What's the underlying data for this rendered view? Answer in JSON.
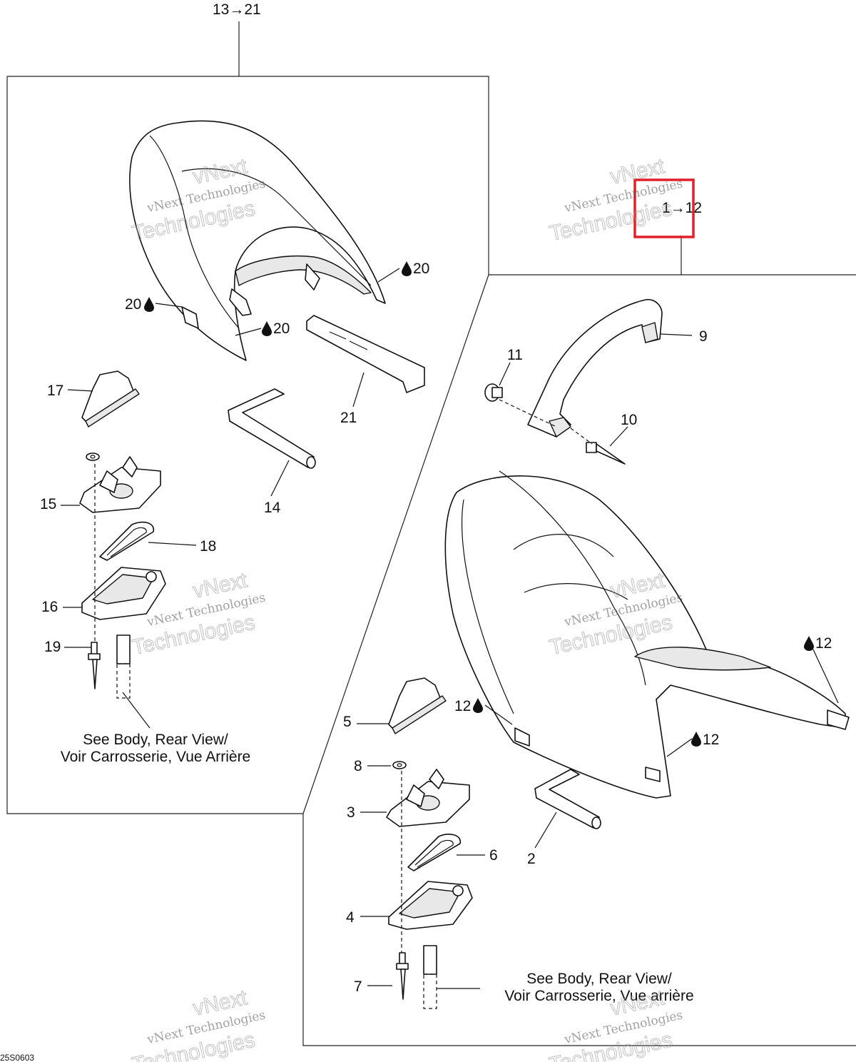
{
  "diagram": {
    "group_label_left": "13→21",
    "group_label_right": "1→12",
    "drawing_code": "25S0603",
    "note_left": [
      "See Body, Rear View/",
      "Voir Carrosserie, Vue Arrière"
    ],
    "note_right": [
      "See Body, Rear View/",
      "Voir Carrosserie, Vue arrière"
    ],
    "watermark_line1": "vNext Technologies",
    "watermark_line2": "Technologies",
    "watermark_line0": "vNext",
    "callouts": [
      {
        "id": "c-20a",
        "text": "20"
      },
      {
        "id": "c-20b",
        "text": "20"
      },
      {
        "id": "c-20c",
        "text": "20"
      },
      {
        "id": "c-21",
        "text": "21"
      },
      {
        "id": "c-17",
        "text": "17"
      },
      {
        "id": "c-14",
        "text": "14"
      },
      {
        "id": "c-15",
        "text": "15"
      },
      {
        "id": "c-18",
        "text": "18"
      },
      {
        "id": "c-16",
        "text": "16"
      },
      {
        "id": "c-19",
        "text": "19"
      },
      {
        "id": "c-9",
        "text": "9"
      },
      {
        "id": "c-11",
        "text": "11"
      },
      {
        "id": "c-10",
        "text": "10"
      },
      {
        "id": "c-12a",
        "text": "12"
      },
      {
        "id": "c-12b",
        "text": "12"
      },
      {
        "id": "c-12c",
        "text": "12"
      },
      {
        "id": "c-5",
        "text": "5"
      },
      {
        "id": "c-8",
        "text": "8"
      },
      {
        "id": "c-3",
        "text": "3"
      },
      {
        "id": "c-6",
        "text": "6"
      },
      {
        "id": "c-2",
        "text": "2"
      },
      {
        "id": "c-4",
        "text": "4"
      },
      {
        "id": "c-7",
        "text": "7"
      }
    ],
    "highlight_color": "#e0202a"
  }
}
